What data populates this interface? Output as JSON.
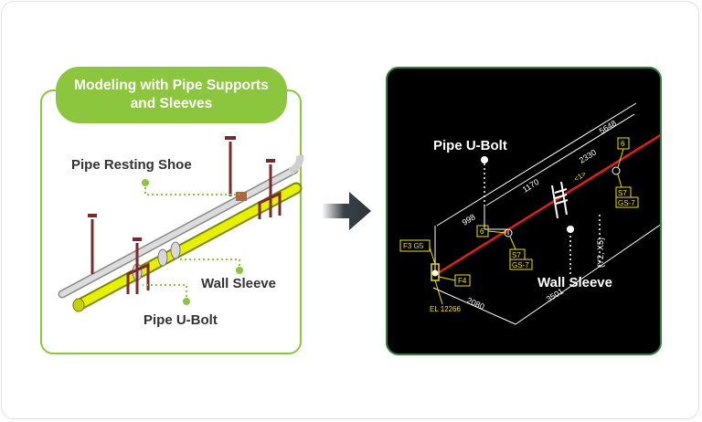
{
  "left": {
    "title": "Modeling with Pipe Supports and Sleeves",
    "labels": {
      "resting_shoe": "Pipe Resting Shoe",
      "wall_sleeve": "Wall Sleeve",
      "u_bolt": "Pipe U-Bolt"
    }
  },
  "right": {
    "labels": {
      "u_bolt": "Pipe U-Bolt",
      "wall_sleeve": "Wall Sleeve"
    },
    "dimensions": {
      "d5648": "5648",
      "d2330": "2330",
      "d1170": "1170",
      "d998": "998",
      "d2080": "2080",
      "d3501": "3501"
    },
    "tags": {
      "tag6_top": "6",
      "tag_s7_top": "S7",
      "tag_gs7_top": "GS-7",
      "tag6_mid": "6",
      "tag_s7_mid": "S7",
      "tag_gs7_mid": "GS-7",
      "tag_f3g5": "F3 G5",
      "tag_f4": "F4",
      "elevation": "EL 12266",
      "marker": "<1>",
      "grid": "(Y2, X5)"
    },
    "colors": {
      "pipe": "#e01e1e",
      "tag": "#f0e000",
      "lines": "#ffffff"
    }
  },
  "colors": {
    "accent": "#8cc63f",
    "border_dark": "#2f7d3c"
  }
}
